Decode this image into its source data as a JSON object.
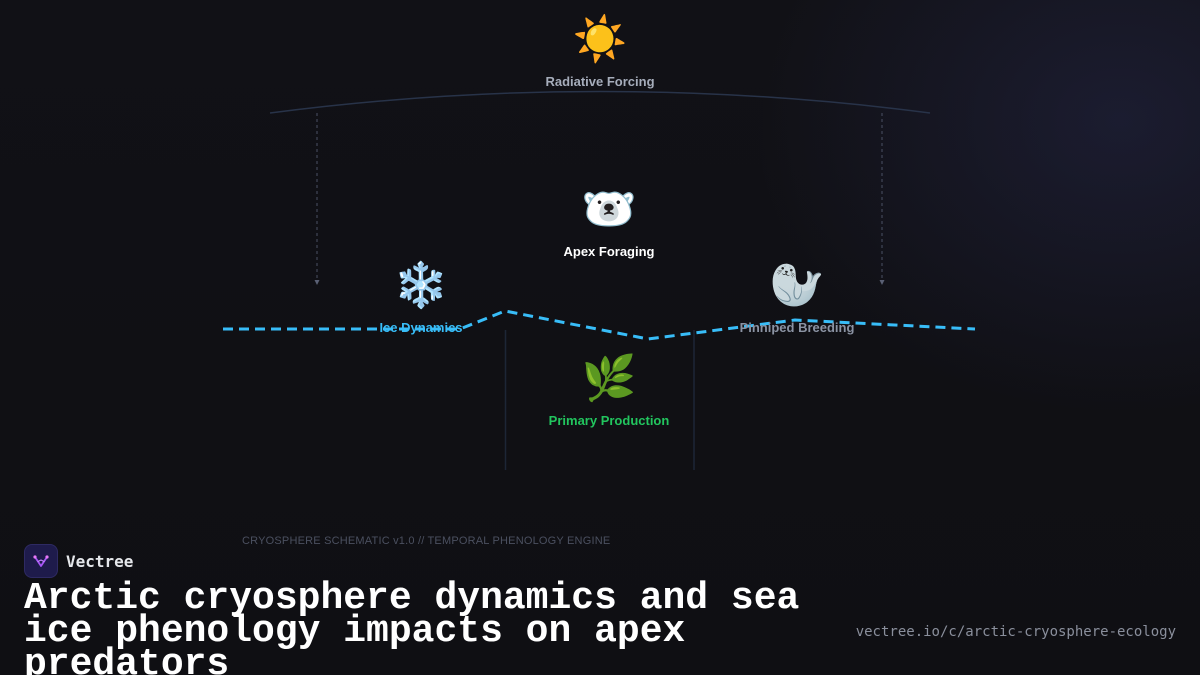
{
  "nodes": {
    "radiative": {
      "label": "Radiative Forcing",
      "icon": "☀️",
      "icon_name": "sun-icon",
      "color": "#a6adbb"
    },
    "apex": {
      "label": "Apex Foraging",
      "icon": "🐻‍❄️",
      "icon_name": "polar-bear-icon",
      "color": "#ffffff"
    },
    "ice": {
      "label": "Ice Dynamics",
      "icon": "❄️",
      "icon_name": "snowflake-icon",
      "color": "#38bdf8"
    },
    "pinniped": {
      "label": "Pinniped Breeding",
      "icon": "🦭",
      "icon_name": "seal-icon",
      "color": "#8b93a3"
    },
    "primary": {
      "label": "Primary Production",
      "icon": "🌿",
      "icon_name": "herb-icon",
      "color": "#22c55e"
    }
  },
  "colors": {
    "ice_line": "#38bdf8",
    "connector": "#2a3550",
    "background": "#101014"
  },
  "footer": {
    "caption": "CRYOSPHERE SCHEMATIC v1.0 // TEMPORAL PHENOLOGY ENGINE",
    "brand_name": "Vectree",
    "headline": "Arctic cryosphere dynamics and sea ice phenology impacts on apex predators",
    "url": "vectree.io/c/arctic-cryosphere-ecology"
  }
}
